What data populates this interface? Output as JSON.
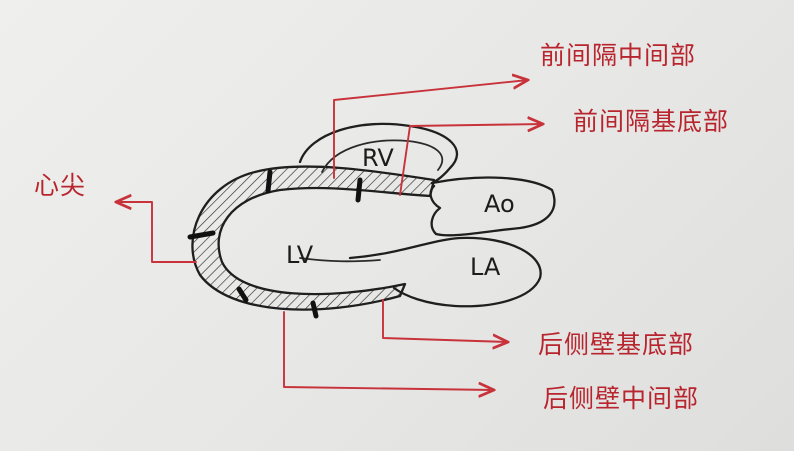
{
  "chambers": {
    "rv": "RV",
    "ao": "Ao",
    "lv": "LV",
    "la": "LA"
  },
  "segments": {
    "anterior_septum_mid": "前间隔中间部",
    "anterior_septum_basal": "前间隔基底部",
    "apex": "心尖",
    "posterolateral_basal": "后侧壁基底部",
    "posterolateral_mid": "后侧壁中间部"
  },
  "colors": {
    "ink": "#1f1f1f",
    "annotation_red": "#c8323a",
    "paper": "#ececea"
  }
}
